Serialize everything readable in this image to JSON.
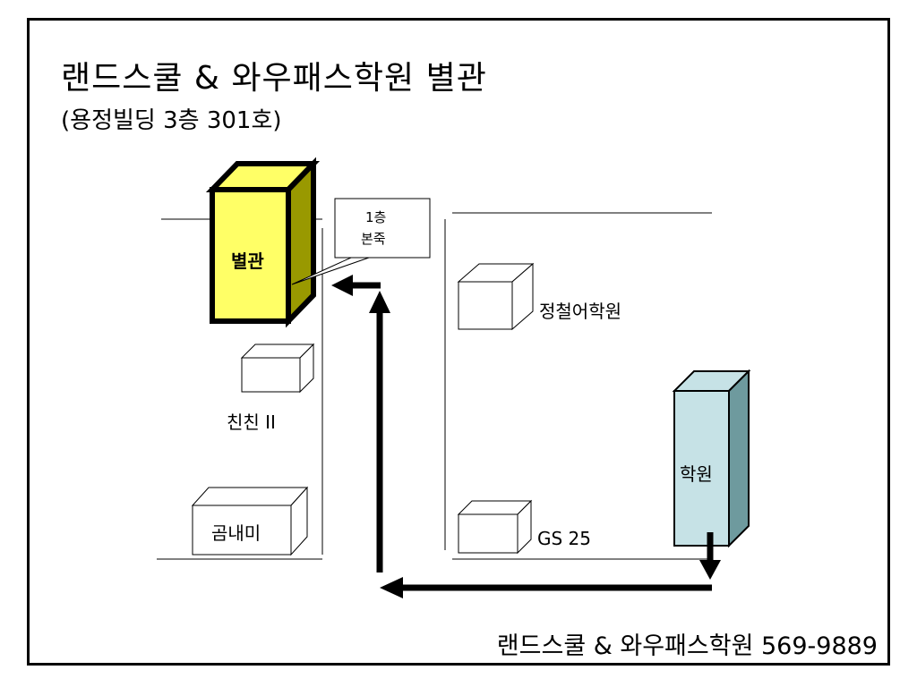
{
  "title": "랜드스쿨 & 와우패스학원 별관",
  "subtitle": "(용정빌딩 3층 301호)",
  "footer": "랜드스쿨 & 와우패스학원 569-9889",
  "labels": {
    "annex": "별관",
    "callout_line1": "1층",
    "callout_line2": "본죽",
    "jeongcheol": "정철어학원",
    "chinchin": "친친 II",
    "gomnaemi": "곰내미",
    "academy": "학원",
    "gs25": "GS 25"
  },
  "colors": {
    "annex_front": "#ffff66",
    "annex_side": "#999900",
    "academy_front": "#c6e2e6",
    "academy_side": "#6e9a9e",
    "route_arrow": "#000000"
  },
  "icons": [
    "arrow-left-icon",
    "arrow-up-icon",
    "arrow-down-icon"
  ]
}
